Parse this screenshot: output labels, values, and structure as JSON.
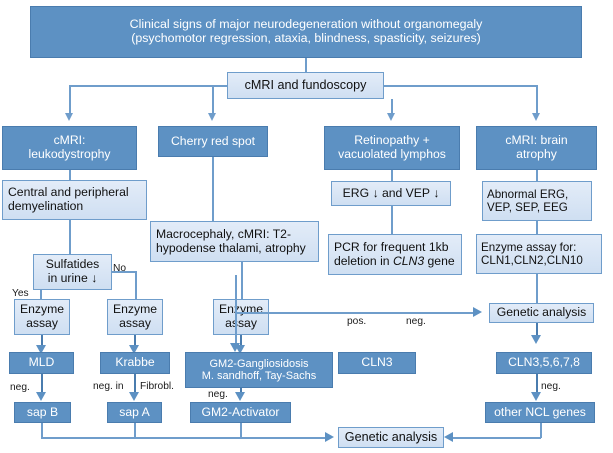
{
  "diagram": {
    "title_box": {
      "line1": "Clinical signs of major neurodegeneration without organomegaly",
      "line2": "(psychomotor regression, ataxia, blindness, spasticity, seizures)"
    },
    "root": "cMRI and fundoscopy",
    "branches": [
      {
        "label_line1": "cMRI:",
        "label_line2": "leukodystrophy"
      },
      {
        "label_line1": "Cherry red spot",
        "label_line2": ""
      },
      {
        "label_line1": "Retinopathy +",
        "label_line2": "vacuolated lymphos"
      },
      {
        "label_line1": "cMRI: brain",
        "label_line2": "atrophy"
      }
    ],
    "tests": {
      "central_demyelination_l1": "Central and peripheral",
      "central_demyelination_l2": "demyelination",
      "macrocephaly_l1": "Macrocephaly, cMRI: T2-",
      "macrocephaly_l2": "hypodense thalami, atrophy",
      "erg_vep": "ERG ↓ and VEP ↓",
      "abnormal_l1": "Abnormal ERG,",
      "abnormal_l2": "VEP, SEP, EEG",
      "sulfatides_l1": "Sulfatides",
      "sulfatides_l2": "in urine ↓",
      "pcr_l1": "PCR for frequent 1kb",
      "pcr_l2_a": "deletion in ",
      "pcr_l2_gene": "CLN3",
      "pcr_l2_b": " gene",
      "enzyme_for_l1": "Enzyme assay for:",
      "enzyme_for_l2": "CLN1,CLN2,CLN10",
      "enzyme_assay_l1": "Enzyme",
      "enzyme_assay_l2": "assay",
      "genetic_analysis": "Genetic analysis"
    },
    "results": {
      "mld": "MLD",
      "krabbe": "Krabbe",
      "gm2_l1": "GM2-Gangliosidosis",
      "gm2_l2": "M. sandhoff, Tay-Sachs",
      "cln3": "CLN3",
      "cln_list": "CLN3,5,6,7,8",
      "sap_b": "sap B",
      "sap_a": "sap A",
      "gm2_activator": "GM2-Activator",
      "other_ncl": "other NCL genes",
      "final_genetic_analysis": "Genetic analysis"
    },
    "edge_labels": {
      "yes": "Yes",
      "no": "No",
      "neg_mld": "neg.",
      "neg_in": "neg. in",
      "fibrobl": "Fibrobl.",
      "neg_gm2": "neg.",
      "pos": "pos.",
      "neg_pcr": "neg.",
      "neg_cln": "neg."
    },
    "colors": {
      "dark_fill": "#5d91c3",
      "dark_border": "#4a7cae",
      "light_fill": "#dce7f6",
      "light_border": "#6f9dcb",
      "connector": "#6f9dcb",
      "page_bg": "#ffffff"
    }
  }
}
